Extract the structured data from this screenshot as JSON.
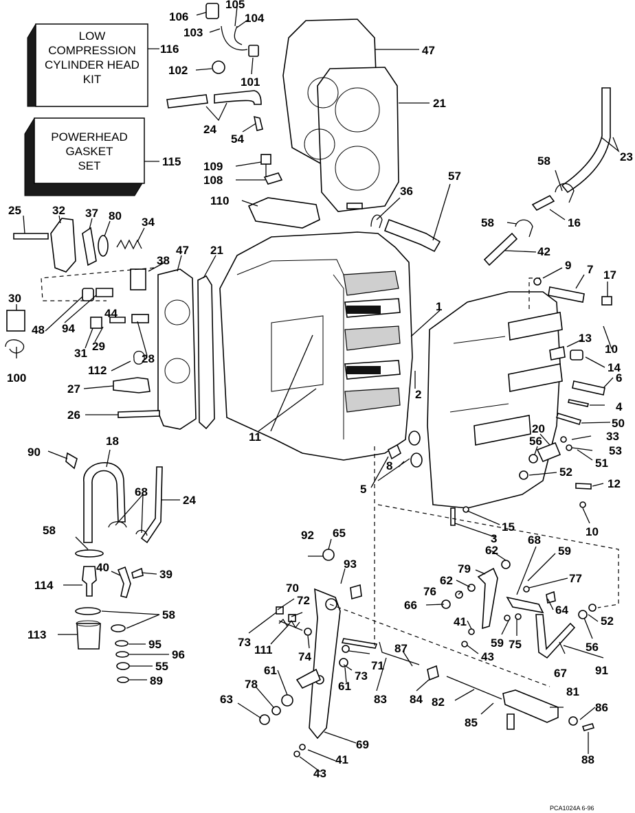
{
  "boxes": {
    "kit_116": [
      "LOW",
      "COMPRESSION",
      "CYLINDER HEAD",
      "KIT"
    ],
    "kit_115": [
      "POWERHEAD",
      "GASKET",
      "SET"
    ]
  },
  "callouts": {
    "c106": "106",
    "c105": "105",
    "c104": "104",
    "c103": "103",
    "c116": "116",
    "c47a": "47",
    "c102": "102",
    "c101": "101",
    "c21a": "21",
    "c24a": "24",
    "c54": "54",
    "c115": "115",
    "c23": "23",
    "c58a": "58",
    "c109": "109",
    "c108": "108",
    "c57": "57",
    "c36": "36",
    "c110": "110",
    "c58b": "58",
    "c16": "16",
    "c25": "25",
    "c32": "32",
    "c37": "37",
    "c80": "80",
    "c34": "34",
    "c38": "38",
    "c47b": "47",
    "c21b": "21",
    "c42": "42",
    "c9": "9",
    "c7": "7",
    "c17": "17",
    "c30": "30",
    "c48": "48",
    "c94": "94",
    "c44": "44",
    "c1": "1",
    "c10a": "10",
    "c13": "13",
    "c14": "14",
    "c31": "31",
    "c29": "29",
    "c28": "28",
    "c100": "100",
    "c6": "6",
    "c112": "112",
    "c27": "27",
    "c2": "2",
    "c4": "4",
    "c26": "26",
    "c50": "50",
    "c11": "11",
    "c33": "33",
    "c20": "20",
    "c53": "53",
    "c56a": "56",
    "c51": "51",
    "c18": "18",
    "c8": "8",
    "c90": "90",
    "c5": "5",
    "c52a": "52",
    "c12": "12",
    "c68a": "68",
    "c24b": "24",
    "c15": "15",
    "c58c": "58",
    "c10b": "10",
    "c3": "3",
    "c92": "92",
    "c65": "65",
    "c62a": "62",
    "c68b": "68",
    "c59a": "59",
    "c93": "93",
    "c40": "40",
    "c39": "39",
    "c79": "79",
    "c77": "77",
    "c114": "114",
    "c70": "70",
    "c62b": "62",
    "c76": "76",
    "c72": "72",
    "c66": "66",
    "c64": "64",
    "c58d": "58",
    "c41a": "41",
    "c52b": "52",
    "c113": "113",
    "c73a": "73",
    "c59b": "59",
    "c75": "75",
    "c56b": "56",
    "c95": "95",
    "c111": "111",
    "c74": "74",
    "c71": "71",
    "c87": "87",
    "c43a": "43",
    "c96": "96",
    "c61a": "61",
    "c73b": "73",
    "c61b": "61",
    "c67": "67",
    "c91": "91",
    "c55": "55",
    "c89": "89",
    "c78": "78",
    "c83": "83",
    "c84": "84",
    "c81": "81",
    "c63": "63",
    "c82": "82",
    "c85": "85",
    "c86": "86",
    "c69": "69",
    "c88": "88",
    "c41b": "41",
    "c43b": "43"
  },
  "footer": "PCA1024A 6-96"
}
